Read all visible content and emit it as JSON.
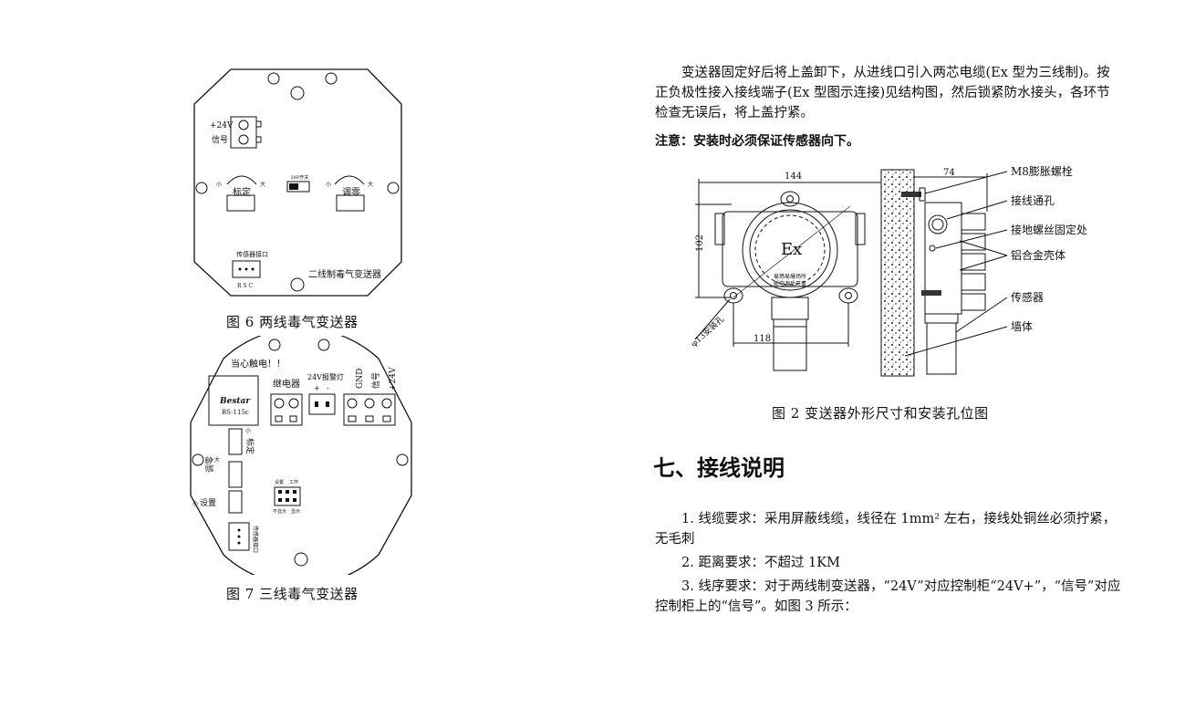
{
  "fig6": {
    "caption": "图 6 两线毒气变送器",
    "terminal_24v": "+24V",
    "terminal_signal": "信号",
    "knob_calibrate": "标定",
    "knob_zero": "调零",
    "small": "小",
    "big": "大",
    "dip_label": "DIP开关",
    "sensor_port": "传感器接口",
    "port_pins": "R  S  C",
    "board_name": "二线制毒气变送器"
  },
  "fig7": {
    "caption": "图 7 三线毒气变送器",
    "warning": "当心触电！！",
    "relay": "继电器",
    "alarm_lamp": "24V报警灯",
    "plus": "+",
    "minus": "-",
    "gnd": "GND",
    "signal": "信号",
    "v24": "+24V",
    "relay_brand": "Bestar",
    "relay_model": "BS-115c",
    "knob_calibrate": "标定",
    "knob_zero": "调零",
    "knob_setting": "设置",
    "small": "小",
    "big": "大",
    "jumper_set": "设置",
    "jumper_work": "工作",
    "jumper_nodisp": "不显示",
    "jumper_disp": "显示",
    "sensor_port": "传感器接口"
  },
  "right": {
    "para1": "变送器固定好后将上盖卸下，从进线口引入两芯电缆(Ex 型为三线制)。按正负极性接入接线端子(Ex 型图示连接)见结构图，然后锁紧防水接头，各环节检查无误后，将上盖拧紧。",
    "note": "注意：安装时必须保证传感器向下。",
    "fig2": {
      "dim_144": "144",
      "dim_74": "74",
      "dim_102": "102",
      "dim_118": "118",
      "dim_hole": "φ13安装孔",
      "ex": "Ex",
      "warn1": "易燃易爆场所",
      "warn2": "断电源后开盖",
      "label_bolt": "M8膨胀螺栓",
      "label_wire_hole": "接线通孔",
      "label_ground": "接地螺丝固定处",
      "label_shell": "铝合金壳体",
      "label_sensor": "传感器",
      "label_wall": "墙体",
      "caption": "图 2 变送器外形尺寸和安装孔位图"
    },
    "heading": "七、接线说明",
    "item1": "1. 线缆要求：采用屏蔽线缆，线径在 1mm² 左右，接线处铜丝必须拧紧，无毛刺",
    "item2": "2. 距离要求：不超过 1KM",
    "item3": "3. 线序要求：对于两线制变送器，“24V”对应控制柜“24V+”，“信号”对应控制柜上的“信号”。如图 3 所示："
  }
}
